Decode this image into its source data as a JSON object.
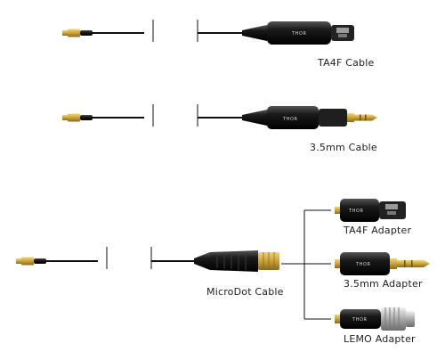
{
  "brand": "THOR",
  "labels": {
    "ta4f_cable": "TA4F Cable",
    "mm35_cable": "3.5mm Cable",
    "microdot_cable": "MicroDot Cable",
    "ta4f_adapter": "TA4F Adapter",
    "mm35_adapter": "3.5mm Adapter",
    "lemo_adapter": "LEMO Adapter"
  },
  "colors": {
    "cable": "#111111",
    "connector_body": "#1a1a1a",
    "gold": "#c9a23a",
    "silver": "#bdbdbd"
  }
}
